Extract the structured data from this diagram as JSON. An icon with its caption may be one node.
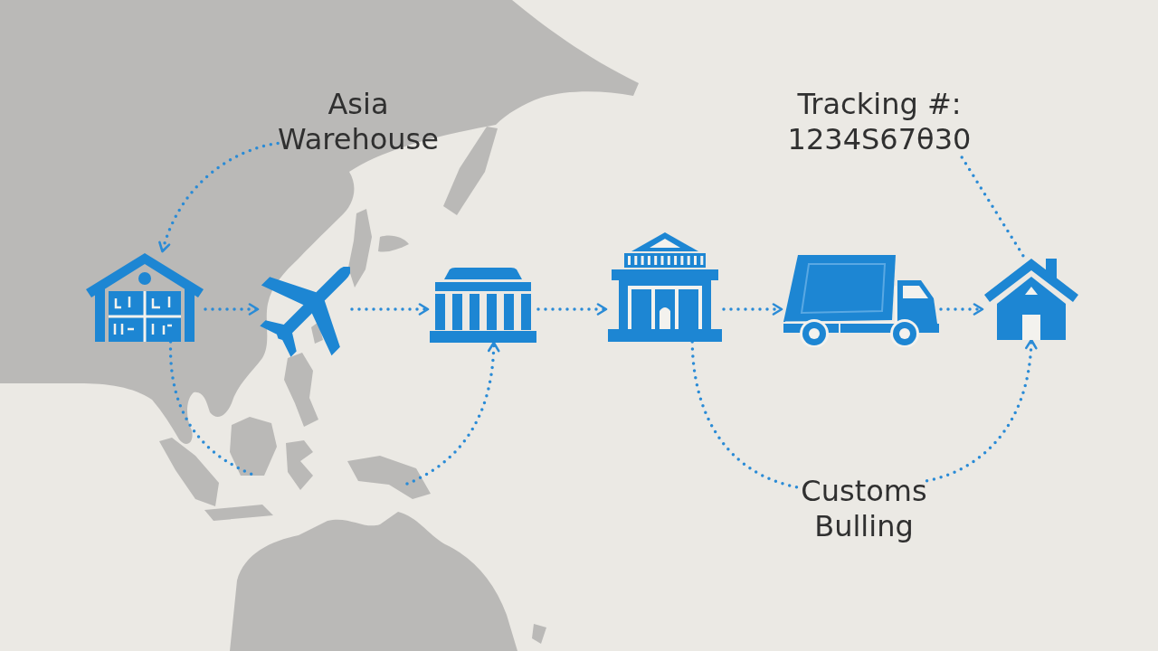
{
  "diagram": {
    "nodes": [
      {
        "text": [
          "Asia Warehouse"
        ]
      },
      {
        "text": [
          "Tracking #: 1234S67θ30"
        ]
      },
      {
        "text": [],
        "shape": "picture"
      },
      {
        "text": [],
        "shape": "picture"
      },
      {
        "text": [],
        "shape": "picture"
      },
      {
        "text": [],
        "shape": "picture"
      },
      {
        "text": [],
        "shape": "picture"
      },
      {
        "text": [],
        "shape": "picture"
      },
      {
        "text": [
          "Customs Bulling"
        ]
      }
    ],
    "edges": [
      {
        "from": 0,
        "to": 2,
        "arrow": "to"
      },
      {
        "from": 2,
        "to": 3,
        "arrow": "to"
      },
      {
        "from": 3,
        "to": 4,
        "arrow": "to"
      },
      {
        "from": 4,
        "to": 5,
        "arrow": "to"
      },
      {
        "from": 5,
        "to": 6,
        "arrow": "to"
      },
      {
        "from": 6,
        "to": 7,
        "arrow": "to"
      },
      {
        "from": 1,
        "to": 7,
        "arrow": "none"
      },
      {
        "from": 2,
        "to": null,
        "arrow": "none"
      },
      {
        "from": null,
        "to": 4,
        "arrow": "to"
      },
      {
        "from": 5,
        "to": 8,
        "arrow": "none"
      },
      {
        "from": 8,
        "to": 7,
        "arrow": "to"
      }
    ]
  }
}
